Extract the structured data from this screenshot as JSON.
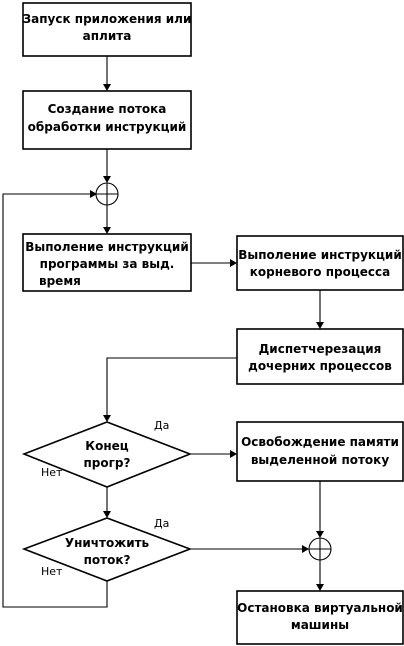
{
  "nodes": {
    "launch": [
      "Запуск приложения или",
      "аплита"
    ],
    "create_thread": [
      "Создание потока",
      "обработки инструкций"
    ],
    "exec_program": [
      "Выполение инструкций",
      "программы за выд.",
      "время"
    ],
    "exec_root": [
      "Выполение инструкций",
      "корневого процесса"
    ],
    "dispatch": [
      "Диспетчерезация",
      "дочерних процессов"
    ],
    "end_program": [
      "Конец",
      "прогр?"
    ],
    "free_memory": [
      "Освобождение памяти",
      "выделенной потоку"
    ],
    "destroy_thread": [
      "Уничтожить",
      "поток?"
    ],
    "stop_vm": [
      "Остановка виртуальной",
      "машины"
    ]
  },
  "edge_labels": {
    "end_yes": "Да",
    "end_no": "Нет",
    "destroy_yes": "Да",
    "destroy_no": "Нет"
  }
}
